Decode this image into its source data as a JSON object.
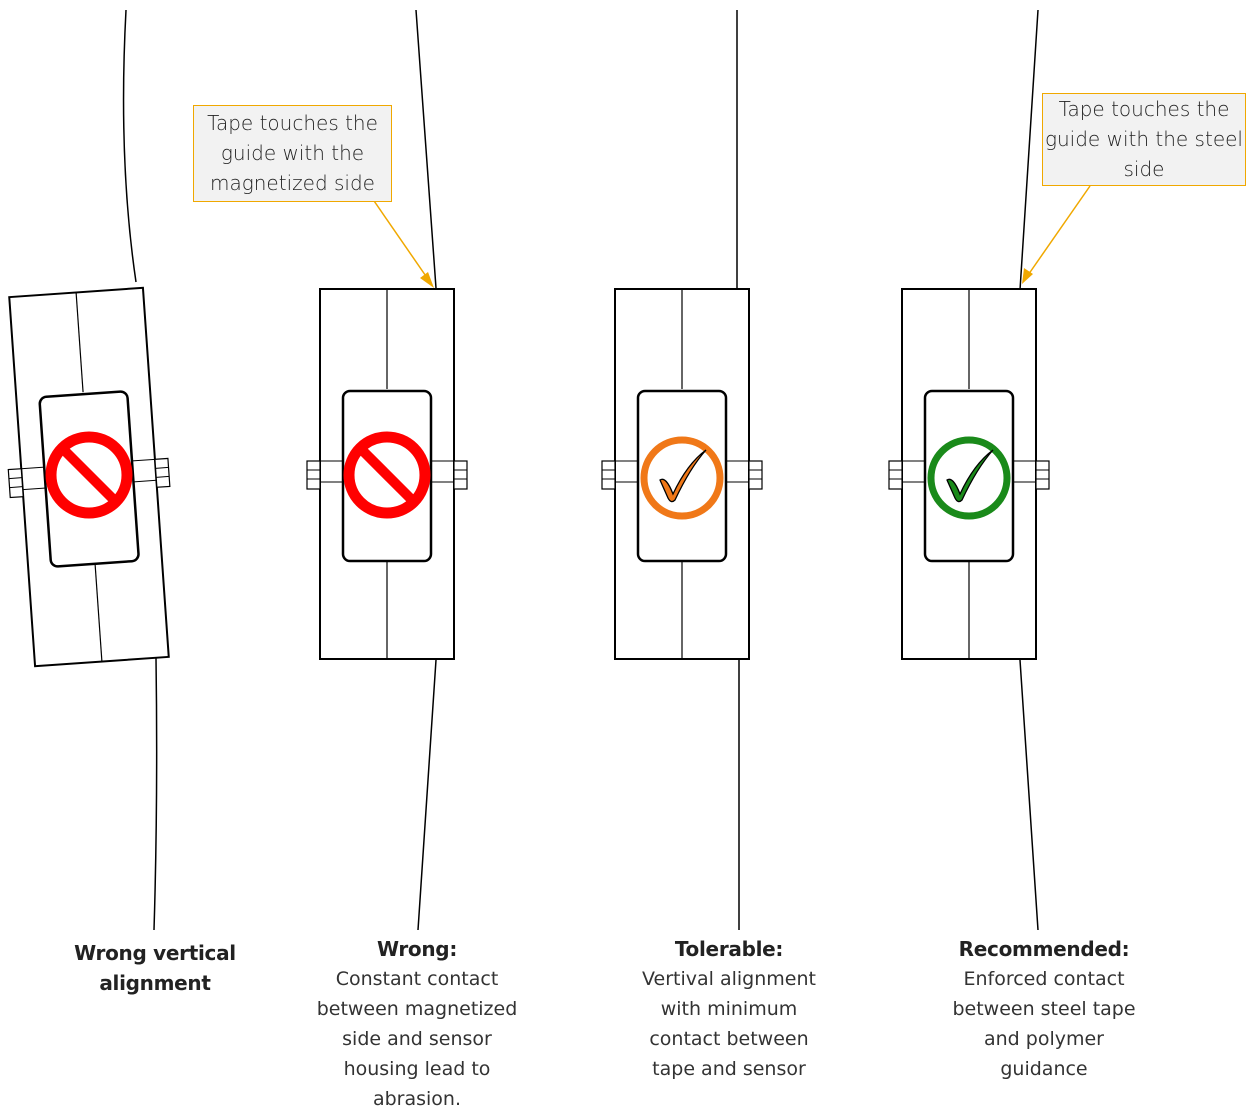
{
  "callouts": {
    "magnetized": "Tape touches the guide with the magnetized side",
    "steel": "Tape touches the guide with the steel side"
  },
  "captions": [
    {
      "head": "Wrong vertical alignment",
      "desc": ""
    },
    {
      "head": "Wrong:",
      "desc": "Constant contact between magnetized side and sensor housing lead to abrasion."
    },
    {
      "head": "Tolerable:",
      "desc": "Vertival alignment with minimum contact between tape and sensor"
    },
    {
      "head": "Recommended:",
      "desc": "Enforced contact between steel tape and polymer guidance"
    }
  ],
  "status_icons": [
    {
      "name": "prohibited-icon",
      "color": "#ff0000"
    },
    {
      "name": "prohibited-icon",
      "color": "#ff0000"
    },
    {
      "name": "checkmark-icon",
      "color": "#f07818"
    },
    {
      "name": "checkmark-icon",
      "color": "#1a8a1a"
    }
  ],
  "colors": {
    "callout_border": "#f0a800",
    "line": "#000000"
  }
}
